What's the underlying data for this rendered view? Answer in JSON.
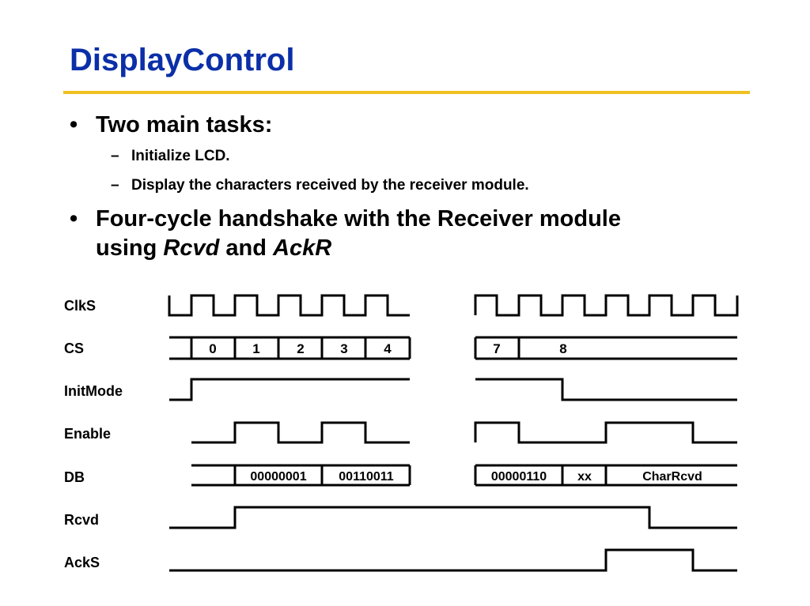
{
  "slide": {
    "title": "DisplayControl",
    "bullets": [
      {
        "text": "Two main tasks:",
        "sub": [
          "Initialize LCD.",
          "Display the characters received by the receiver module."
        ]
      },
      {
        "text": "Four-cycle handshake with the Receiver module",
        "cont_prefix": "using",
        "em1": "Rcvd",
        "cont_mid": "and",
        "em2": "AckR"
      }
    ],
    "bullet_mark": "•",
    "dash_mark": "–"
  },
  "colors": {
    "title": "#0b2fa8",
    "rule": "#f0c020",
    "ink": "#000000"
  },
  "timing": {
    "signals": [
      "ClkS",
      "CS",
      "InitMode",
      "Enable",
      "DB",
      "Rcvd",
      "AckS"
    ],
    "cs_left": [
      "0",
      "1",
      "2",
      "3",
      "4"
    ],
    "cs_right": [
      "7",
      "8"
    ],
    "db_left": [
      "00000001",
      "00110011"
    ],
    "db_right": [
      "00000110",
      "xx",
      "CharRcvd"
    ]
  }
}
